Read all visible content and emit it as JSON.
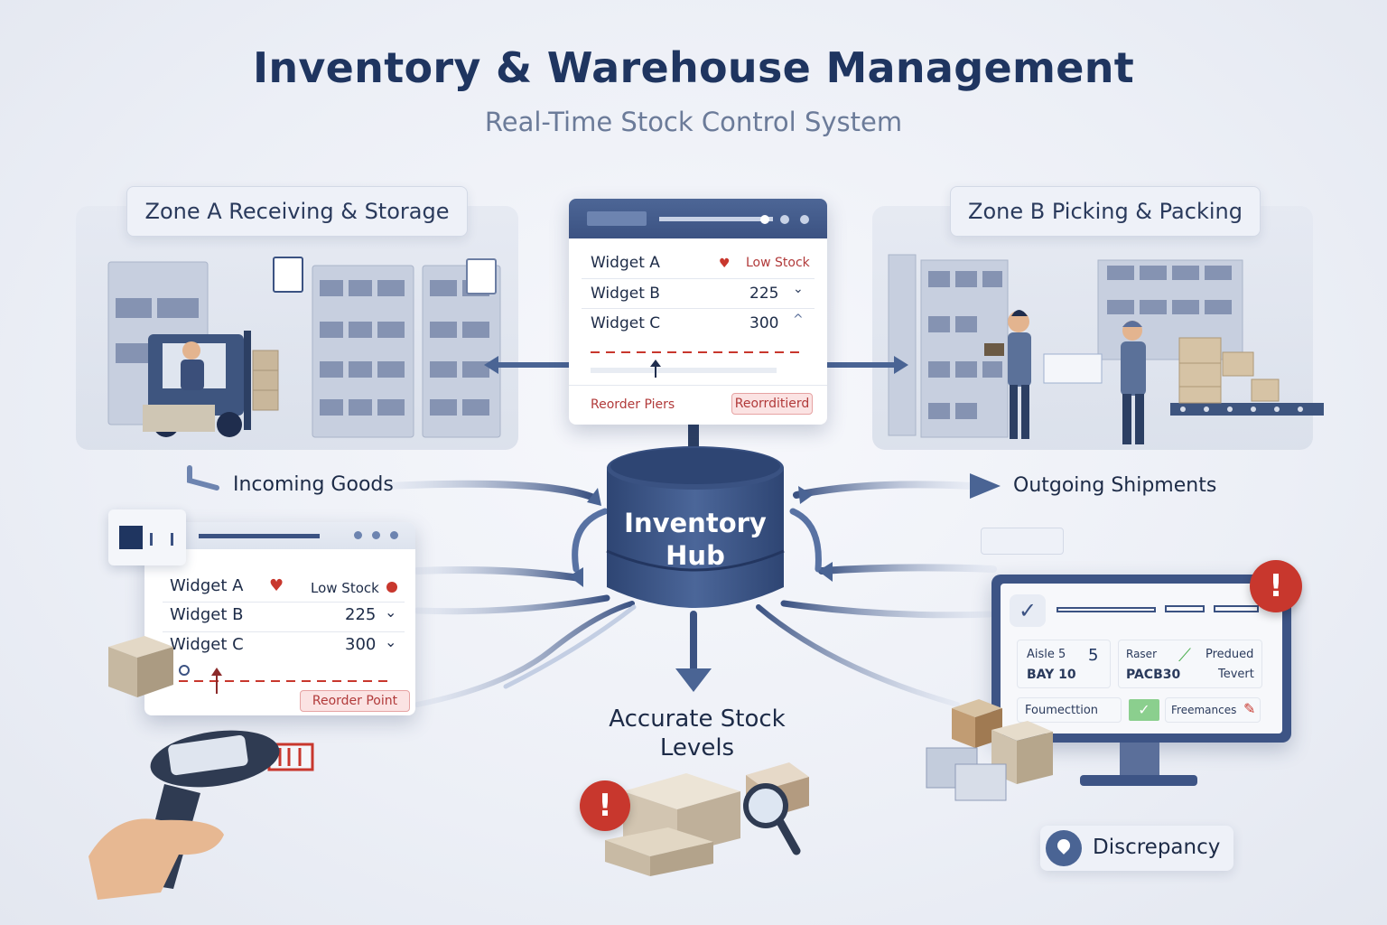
{
  "header": {
    "title": "Inventory & Warehouse Management",
    "subtitle": "Real-Time Stock Control System"
  },
  "zones": {
    "zone_a": "Zone A Receiving & Storage",
    "zone_b": "Zone B Picking & Packing"
  },
  "top_panel": {
    "rows": [
      {
        "name": "Widget A",
        "value": "Low Stock"
      },
      {
        "name": "Widget B",
        "value": "225"
      },
      {
        "name": "Widget C",
        "value": "300"
      }
    ],
    "footer_left": "Reorder Piers",
    "footer_button": "Reorrditierd"
  },
  "hub": {
    "line1": "Inventory",
    "line2": "Hub"
  },
  "flows": {
    "incoming": "Incoming Goods",
    "outgoing": "Outgoing Shipments",
    "accurate": "Accurate Stock Levels",
    "discrepancy": "Discrepancy"
  },
  "left_panel": {
    "rows": [
      {
        "name": "Widget A",
        "value": "Low Stock"
      },
      {
        "name": "Widget B",
        "value": "225"
      },
      {
        "name": "Widget C",
        "value": "300"
      }
    ],
    "reorder_button": "Reorder Point"
  },
  "monitor": {
    "aisle": "Aisle 5",
    "aisle_num": "5",
    "bay": "BAY 10",
    "field_label": "Raser",
    "field_value": "PACB30",
    "predicted": "Predued",
    "predicted_value": "Tevert",
    "bottom_left": "Foumecttion",
    "bottom_right": "Freemances"
  },
  "colors": {
    "navy": "#1f3560",
    "accent_blue": "#3b5282",
    "alert_red": "#c8372d",
    "ok_green": "#4caf50"
  },
  "icons": [
    "heart-alert-icon",
    "chevron-down-icon",
    "trend-icon",
    "checkmark-icon",
    "alert-icon",
    "location-pin-icon",
    "magnifier-icon",
    "barcode-scanner-icon"
  ]
}
